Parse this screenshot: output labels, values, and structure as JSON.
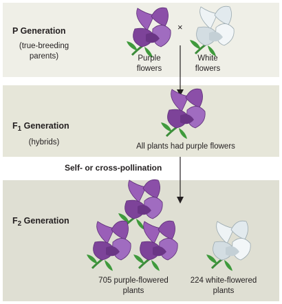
{
  "p": {
    "title": "P Generation",
    "subtitle_line1": "(true-breeding",
    "subtitle_line2": "parents)",
    "cross_symbol": "×",
    "purple_line1": "Purple",
    "purple_line2": "flowers",
    "white_line1": "White",
    "white_line2": "flowers"
  },
  "f1": {
    "title_prefix": "F",
    "title_sub": "1",
    "title_suffix": " Generation",
    "subtitle": "(hybrids)",
    "caption": "All plants had purple flowers"
  },
  "pollination": "Self- or cross-pollination",
  "f2": {
    "title_prefix": "F",
    "title_sub": "2",
    "title_suffix": " Generation",
    "purple_line1": "705 purple-flowered",
    "purple_line2": "plants",
    "white_line1": "224 white-flowered",
    "white_line2": "plants"
  },
  "colors": {
    "purple": "#8b4fa8",
    "purple_dark": "#5e2f78",
    "white_flower": "#dde6ea",
    "stem": "#3c8c3a"
  },
  "icons": [
    "purple-flower-icon",
    "white-flower-icon",
    "down-arrow-icon"
  ]
}
